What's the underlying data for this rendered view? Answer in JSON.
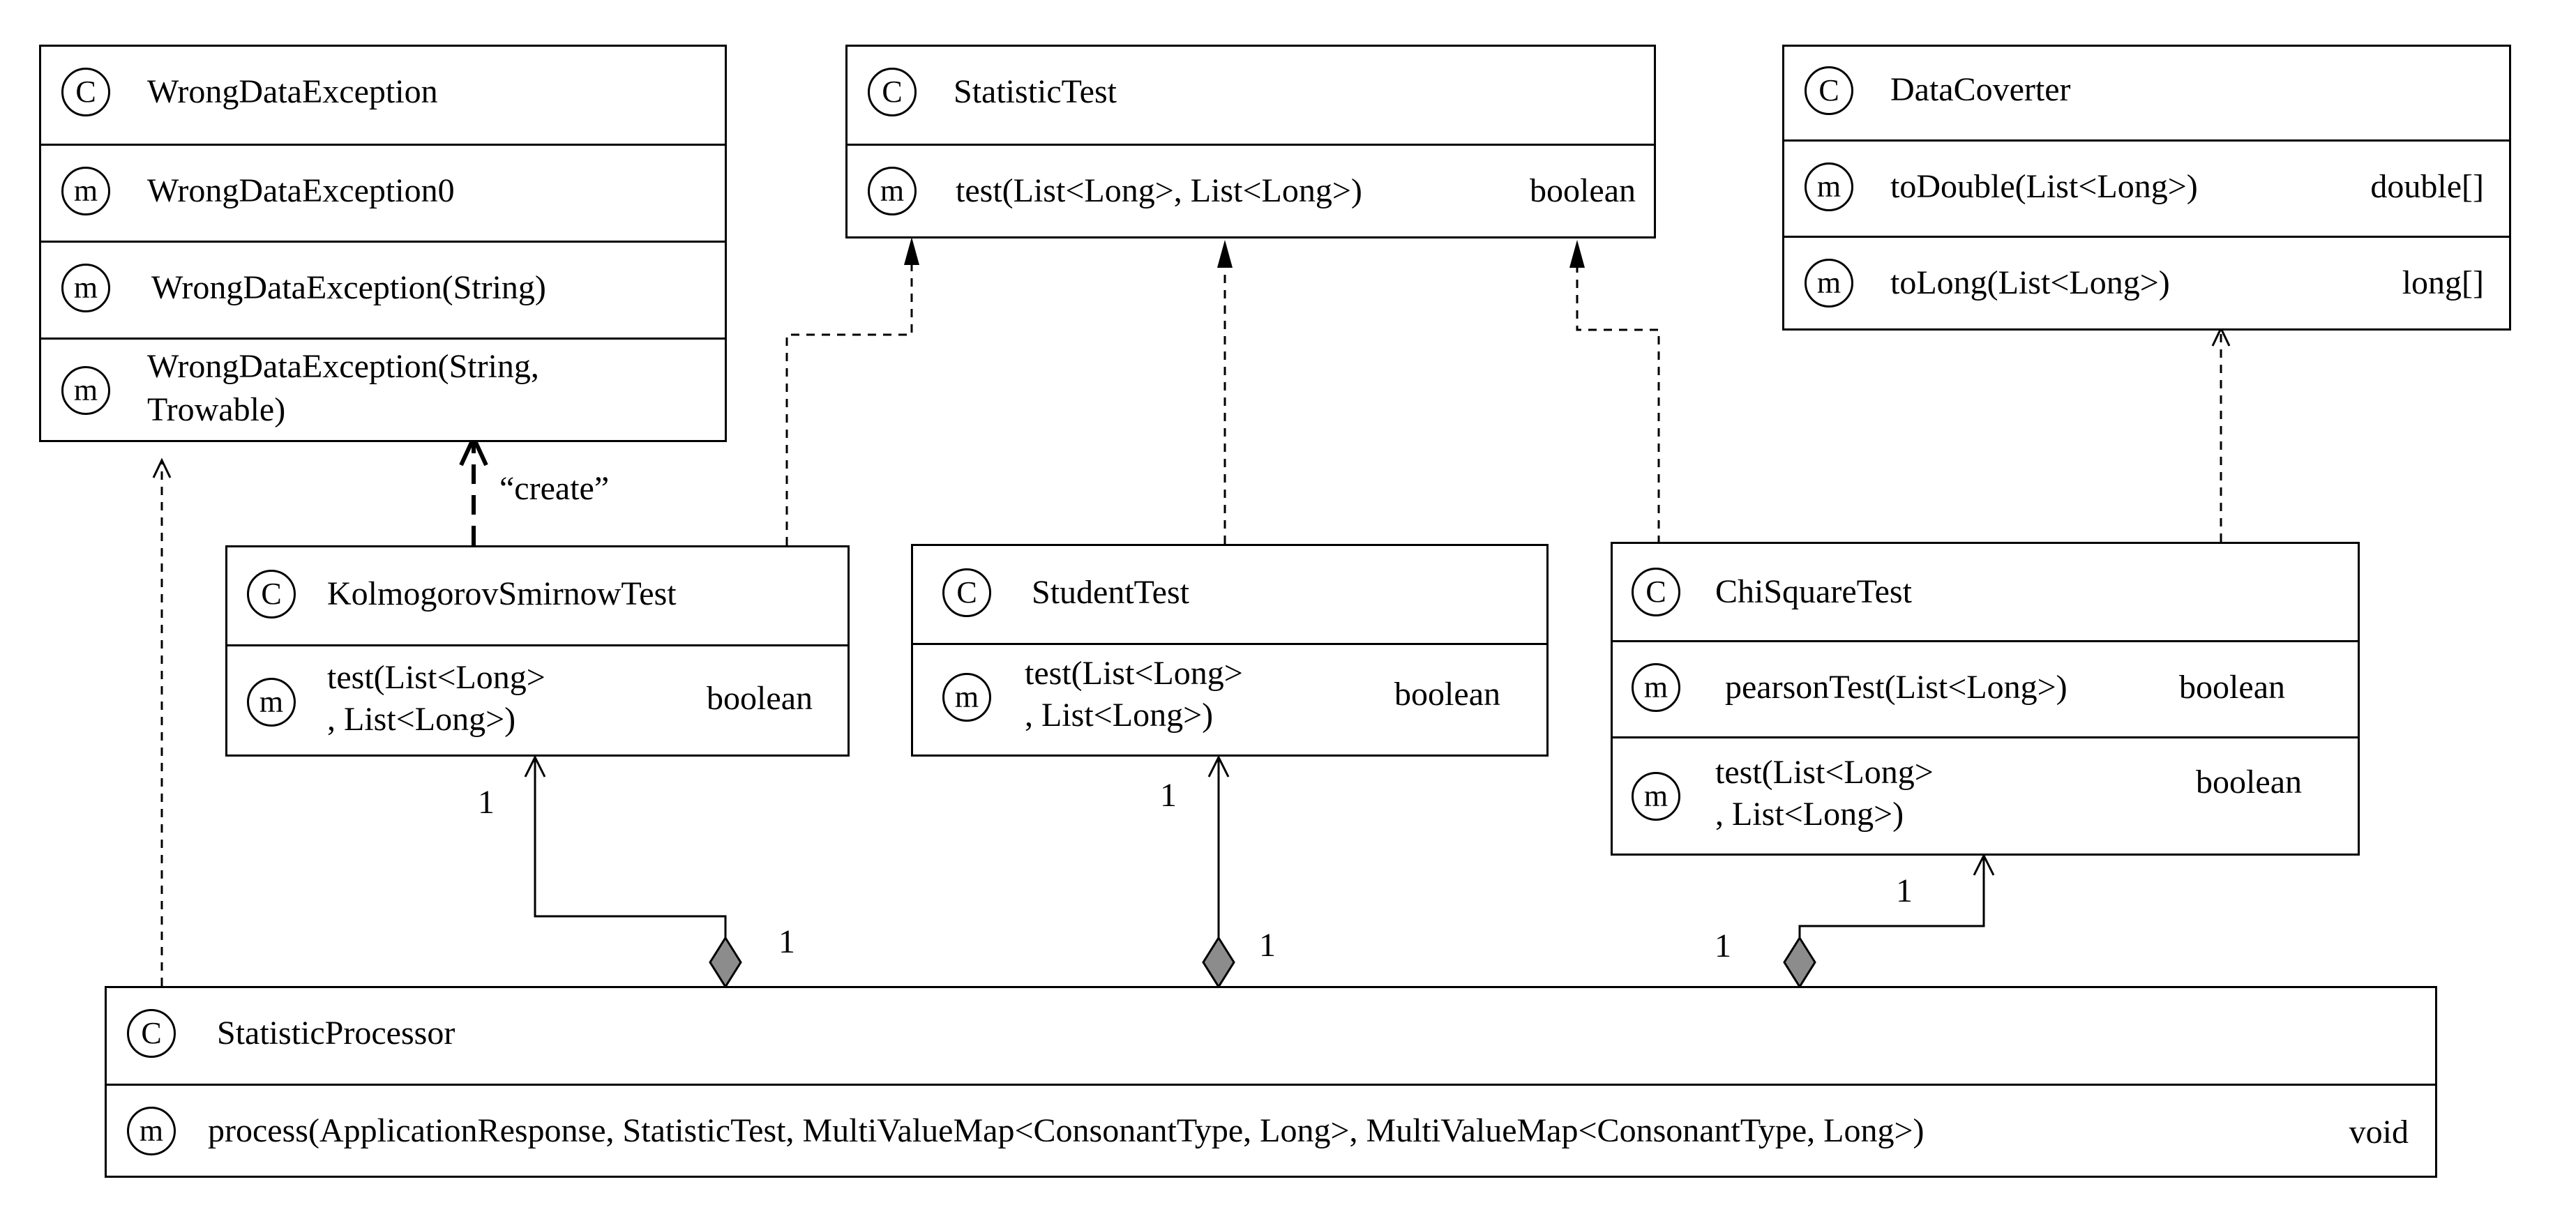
{
  "classes": {
    "wrong_data_exception": {
      "badge": "C",
      "name": "WrongDataException",
      "methods": [
        {
          "badge": "m",
          "signature": "WrongDataException0",
          "return": ""
        },
        {
          "badge": "m",
          "signature": "WrongDataException(String)",
          "return": ""
        },
        {
          "badge": "m",
          "signature_line1": "WrongDataException(String,",
          "signature_line2": "Trowable)",
          "return": ""
        }
      ]
    },
    "statistic_test": {
      "badge": "C",
      "name": "StatisticTest",
      "methods": [
        {
          "badge": "m",
          "signature": "test(List<Long>, List<Long>)",
          "return": "boolean"
        }
      ]
    },
    "data_coverter": {
      "badge": "C",
      "name": "DataCoverter",
      "methods": [
        {
          "badge": "m",
          "signature": "toDouble(List<Long>)",
          "return": "double[]"
        },
        {
          "badge": "m",
          "signature": "toLong(List<Long>)",
          "return": "long[]"
        }
      ]
    },
    "kolmogorov_smirnow_test": {
      "badge": "C",
      "name": "KolmogorovSmirnowTest",
      "methods": [
        {
          "badge": "m",
          "signature_line1": "test(List<Long>",
          "signature_line2": ", List<Long>)",
          "return": "boolean"
        }
      ]
    },
    "student_test": {
      "badge": "C",
      "name": "StudentTest",
      "methods": [
        {
          "badge": "m",
          "signature_line1": "test(List<Long>",
          "signature_line2": ", List<Long>)",
          "return": "boolean"
        }
      ]
    },
    "chi_square_test": {
      "badge": "C",
      "name": "ChiSquareTest",
      "methods": [
        {
          "badge": "m",
          "signature": "pearsonTest(List<Long>)",
          "return": "boolean"
        },
        {
          "badge": "m",
          "signature_line1": "test(List<Long>",
          "signature_line2": ", List<Long>)",
          "return": "boolean"
        }
      ]
    },
    "statistic_processor": {
      "badge": "C",
      "name": "StatisticProcessor",
      "methods": [
        {
          "badge": "m",
          "signature": "process(ApplicationResponse, StatisticTest, MultiValueMap<ConsonantType, Long>, MultiValueMap<ConsonantType, Long>)",
          "return": "void"
        }
      ]
    }
  },
  "relations": {
    "create_label": "“create”",
    "multiplicities": {
      "ks_end": "1",
      "ks_processor": "1",
      "student_end": "1",
      "student_processor": "1",
      "chi_end": "1",
      "chi_processor": "1"
    }
  },
  "colors": {
    "line": "#000000",
    "diamond_fill": "#8c8c8c",
    "background": "#ffffff"
  }
}
